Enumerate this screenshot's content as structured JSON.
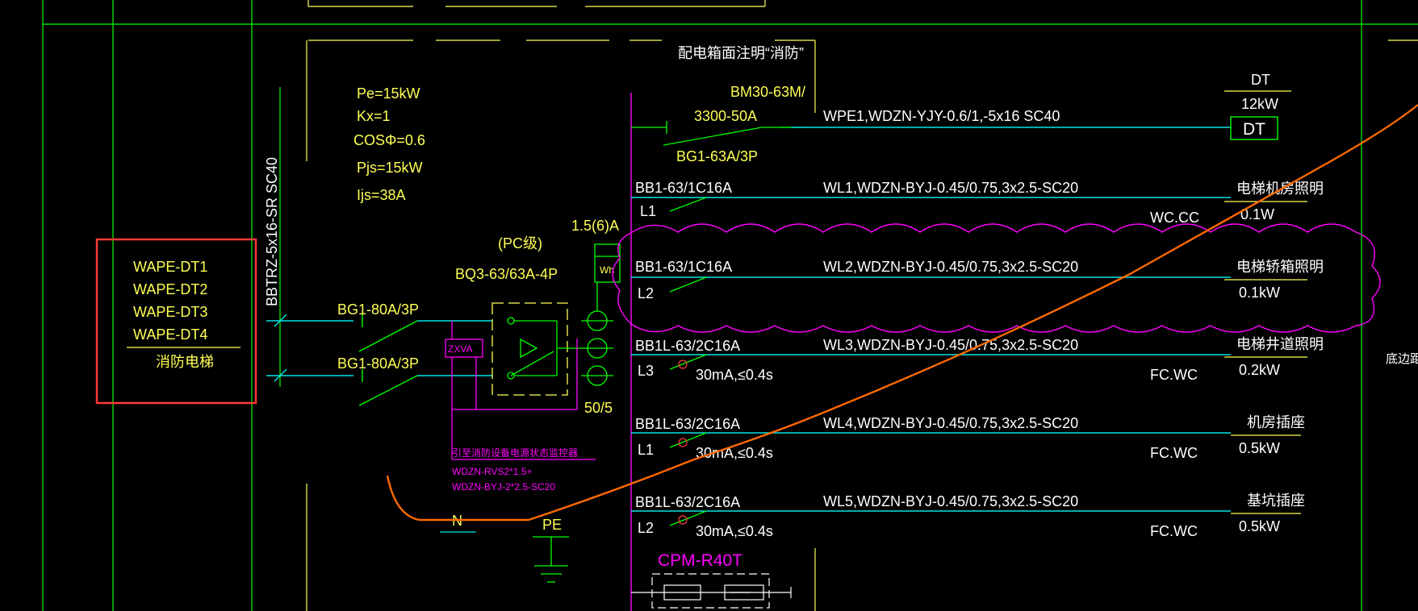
{
  "colors": {
    "background": "#000000",
    "frame_lines": "#00ff00",
    "text_yellow": "#ffff55",
    "text_white": "#ffffff",
    "cable_cyan": "#00e5e5",
    "magenta": "#ff00ff",
    "orange_curve": "#ff6a00",
    "selection_box": "#ff3b3b"
  },
  "title_note": "配电箱面注明“消防”",
  "params": {
    "pe": "Pe=15kW",
    "kx": "Kx=1",
    "cos": "COSΦ=0.6",
    "pjs": "Pjs=15kW",
    "ijs": "Ijs=38A"
  },
  "feeder_labels": [
    "WAPE-DT1",
    "WAPE-DT2",
    "WAPE-DT3",
    "WAPE-DT4"
  ],
  "feeder_name": "消防电梯",
  "incoming_cable": "BBTRZ-5x16-SR SC40",
  "input_breakers": [
    "BG1-80A/3P",
    "BG1-80A/3P"
  ],
  "ats": {
    "class": "(PC级)",
    "model": "BQ3-63/63A-4P",
    "controller": "ZXVA"
  },
  "meter": {
    "rating": "1.5(6)A",
    "label": "Wh"
  },
  "ct_ratio": "50/5",
  "fire_link": {
    "title": "引至消防设备电源状态监控器",
    "cable1": "WDZN-RVS2*1.5+",
    "cable2": "WDZN-BYJ-2*2.5-SC20"
  },
  "neutral_label": "N",
  "pe_label": "PE",
  "spd": "CPM-R40T",
  "main_circuit": {
    "breaker_line1": "BM30-63M/",
    "breaker_line2": "3300-50A",
    "breaker_alt": "BG1-63A/3P",
    "cable": "WPE1,WDZN-YJY-0.6/1,-5x16  SC40",
    "load_name": "DT",
    "load_power": "12kW",
    "box_label": "DT"
  },
  "circuits": [
    {
      "breaker": "BB1-63/1C16A",
      "phase": "L1",
      "cable": "WL1,WDZN-BYJ-0.45/0.75,3x2.5-SC20",
      "install": "WC.CC",
      "rcd": "",
      "load": "电梯机房照明",
      "power": "0.1W"
    },
    {
      "breaker": "BB1-63/1C16A",
      "phase": "L2",
      "cable": "WL2,WDZN-BYJ-0.45/0.75,3x2.5-SC20",
      "install": "",
      "rcd": "",
      "load": "电梯轿箱照明",
      "power": "0.1kW"
    },
    {
      "breaker": "BB1L-63/2C16A",
      "phase": "L3",
      "cable": "WL3,WDZN-BYJ-0.45/0.75,3x2.5-SC20",
      "install": "FC.WC",
      "rcd": "30mA,≤0.4s",
      "load": "电梯井道照明",
      "power": "0.2kW"
    },
    {
      "breaker": "BB1L-63/2C16A",
      "phase": "L1",
      "cable": "WL4,WDZN-BYJ-0.45/0.75,3x2.5-SC20",
      "install": "FC.WC",
      "rcd": "30mA,≤0.4s",
      "load": "机房插座",
      "power": "0.5kW"
    },
    {
      "breaker": "BB1L-63/2C16A",
      "phase": "L2",
      "cable": "WL5,WDZN-BYJ-0.45/0.75,3x2.5-SC20",
      "install": "FC.WC",
      "rcd": "30mA,≤0.4s",
      "load": "基坑插座",
      "power": "0.5kW"
    }
  ],
  "edge_note": "底边距"
}
